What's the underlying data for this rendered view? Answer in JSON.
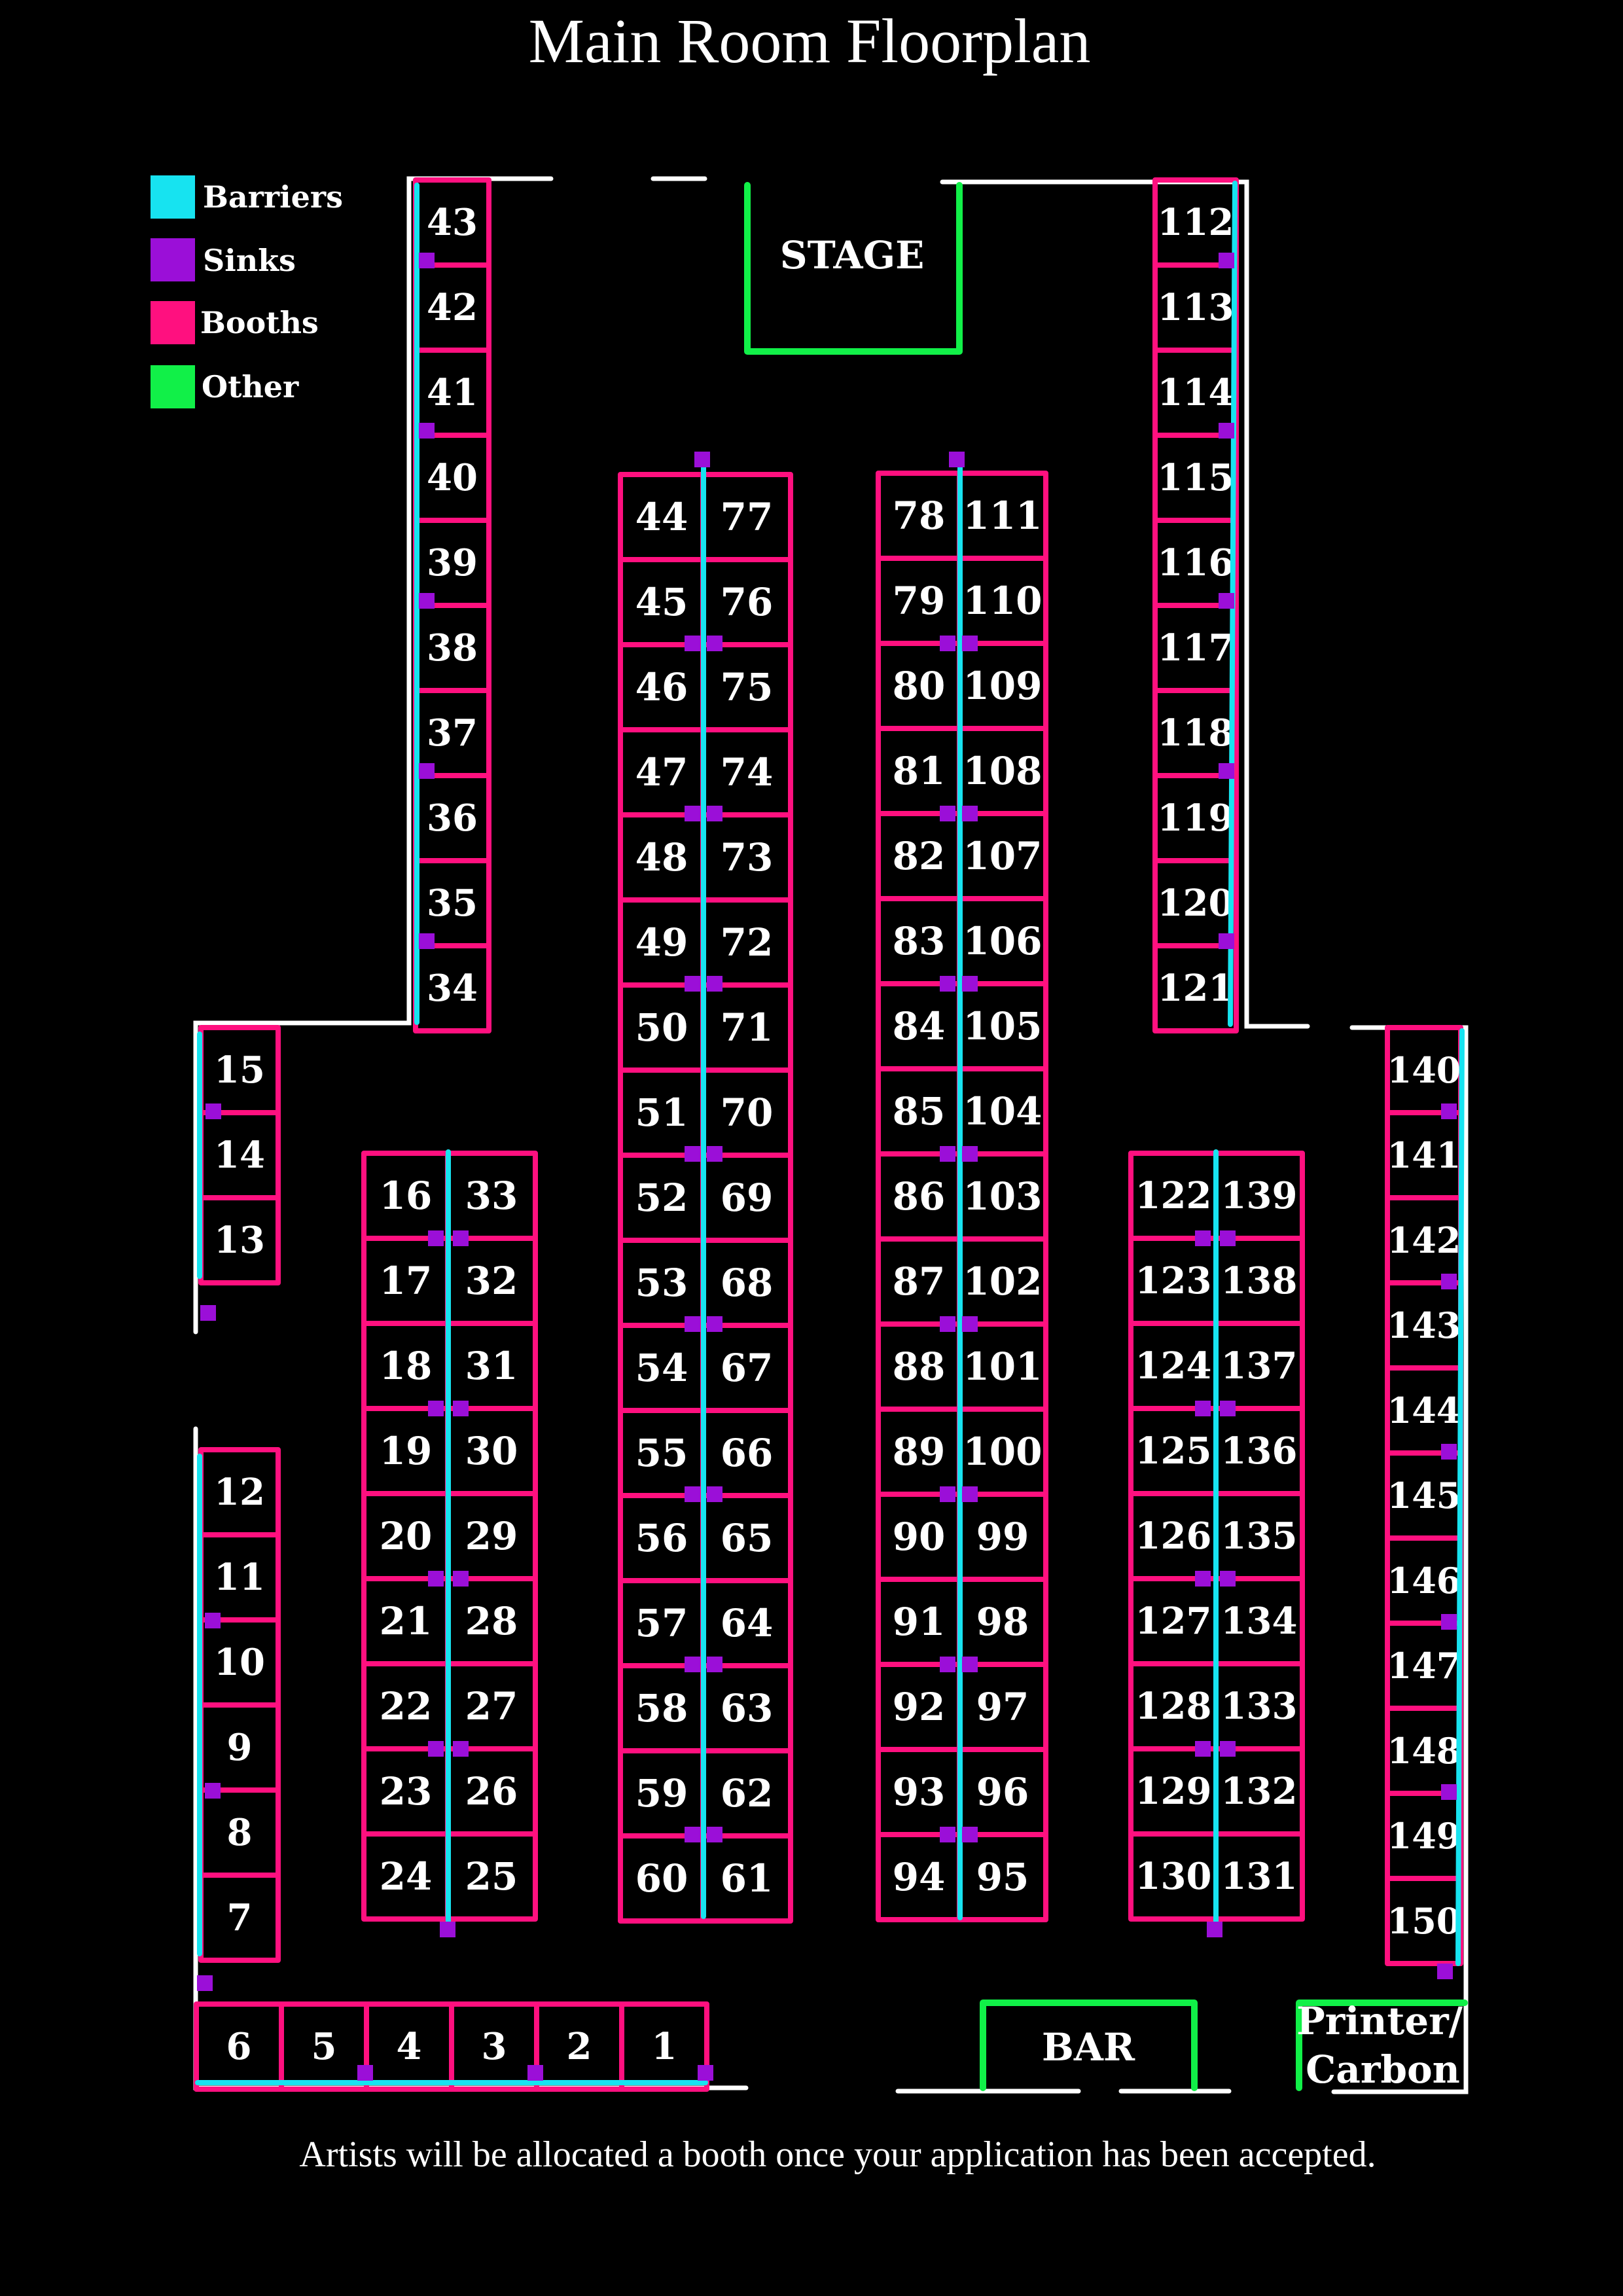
{
  "title": "Main Room Floorplan",
  "footer_note": "Artists will be allocated a booth once your application has been accepted.",
  "colors": {
    "background": "#000000",
    "barrier": "#17e3f0",
    "sink": "#9b0fd8",
    "booth": "#ff107f",
    "other": "#11f048",
    "wall": "#ffffff",
    "text": "#ffffff"
  },
  "legend": [
    {
      "label": "Barriers",
      "color": "#17e3f0"
    },
    {
      "label": "Sinks",
      "color": "#9b0fd8"
    },
    {
      "label": "Booths",
      "color": "#ff107f"
    },
    {
      "label": "Other",
      "color": "#11f048"
    }
  ],
  "areas": {
    "stage": "STAGE",
    "bar": "BAR",
    "printer_line1": "Printer/",
    "printer_line2": "Carbon"
  },
  "booth_columns": [
    {
      "id": "col-43-34",
      "numbers": [
        "43",
        "42",
        "41",
        "40",
        "39",
        "38",
        "37",
        "36",
        "35",
        "34"
      ]
    },
    {
      "id": "col-15-13",
      "numbers": [
        "15",
        "14",
        "13"
      ]
    },
    {
      "id": "col-12-7",
      "numbers": [
        "12",
        "11",
        "10",
        "9",
        "8",
        "7"
      ]
    },
    {
      "id": "col-16-24",
      "numbers": [
        "16",
        "17",
        "18",
        "19",
        "20",
        "21",
        "22",
        "23",
        "24"
      ]
    },
    {
      "id": "col-33-25",
      "numbers": [
        "33",
        "32",
        "31",
        "30",
        "29",
        "28",
        "27",
        "26",
        "25"
      ]
    },
    {
      "id": "col-44-60",
      "numbers": [
        "44",
        "45",
        "46",
        "47",
        "48",
        "49",
        "50",
        "51",
        "52",
        "53",
        "54",
        "55",
        "56",
        "57",
        "58",
        "59",
        "60"
      ]
    },
    {
      "id": "col-77-61",
      "numbers": [
        "77",
        "76",
        "75",
        "74",
        "73",
        "72",
        "71",
        "70",
        "69",
        "68",
        "67",
        "66",
        "65",
        "64",
        "63",
        "62",
        "61"
      ]
    },
    {
      "id": "col-78-94",
      "numbers": [
        "78",
        "79",
        "80",
        "81",
        "82",
        "83",
        "84",
        "85",
        "86",
        "87",
        "88",
        "89",
        "90",
        "91",
        "92",
        "93",
        "94"
      ]
    },
    {
      "id": "col-111-95",
      "numbers": [
        "111",
        "110",
        "109",
        "108",
        "107",
        "106",
        "105",
        "104",
        "103",
        "102",
        "101",
        "100",
        "99",
        "98",
        "97",
        "96",
        "95"
      ]
    },
    {
      "id": "col-112-121",
      "numbers": [
        "112",
        "113",
        "114",
        "115",
        "116",
        "117",
        "118",
        "119",
        "120",
        "121"
      ]
    },
    {
      "id": "col-122-130",
      "numbers": [
        "122",
        "123",
        "124",
        "125",
        "126",
        "127",
        "128",
        "129",
        "130"
      ]
    },
    {
      "id": "col-139-131",
      "numbers": [
        "139",
        "138",
        "137",
        "136",
        "135",
        "134",
        "133",
        "132",
        "131"
      ]
    },
    {
      "id": "col-140-150",
      "numbers": [
        "140",
        "141",
        "142",
        "143",
        "144",
        "145",
        "146",
        "147",
        "148",
        "149",
        "150"
      ]
    },
    {
      "id": "row-6-1",
      "numbers": [
        "6",
        "5",
        "4",
        "3",
        "2",
        "1"
      ]
    }
  ]
}
